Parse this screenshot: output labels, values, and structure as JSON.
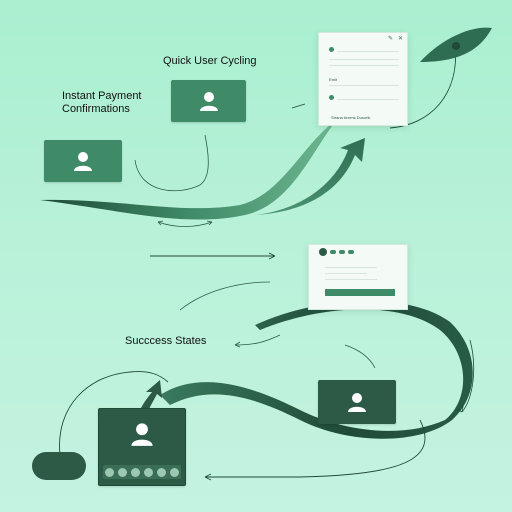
{
  "labels": {
    "quick_user_cycling": "Quick User Cycling",
    "instant_payment_line1": "Instant Payment",
    "instant_payment_line2": "Confirmations",
    "success_states": "Succcess States"
  },
  "top_window": {
    "row_label_1": "Emit",
    "footer_text": "Strana ticrenk Dusorik"
  },
  "colors": {
    "background_top": "#a9efd0",
    "background_bottom": "#c4f3e1",
    "card": "#3f8a67",
    "card_dark": "#2c5a47",
    "ribbon_dark": "#1f4a38",
    "ribbon_light": "#5fa883"
  },
  "icons": [
    "user-avatar-icon",
    "leaf-icon",
    "arrow-icon"
  ]
}
